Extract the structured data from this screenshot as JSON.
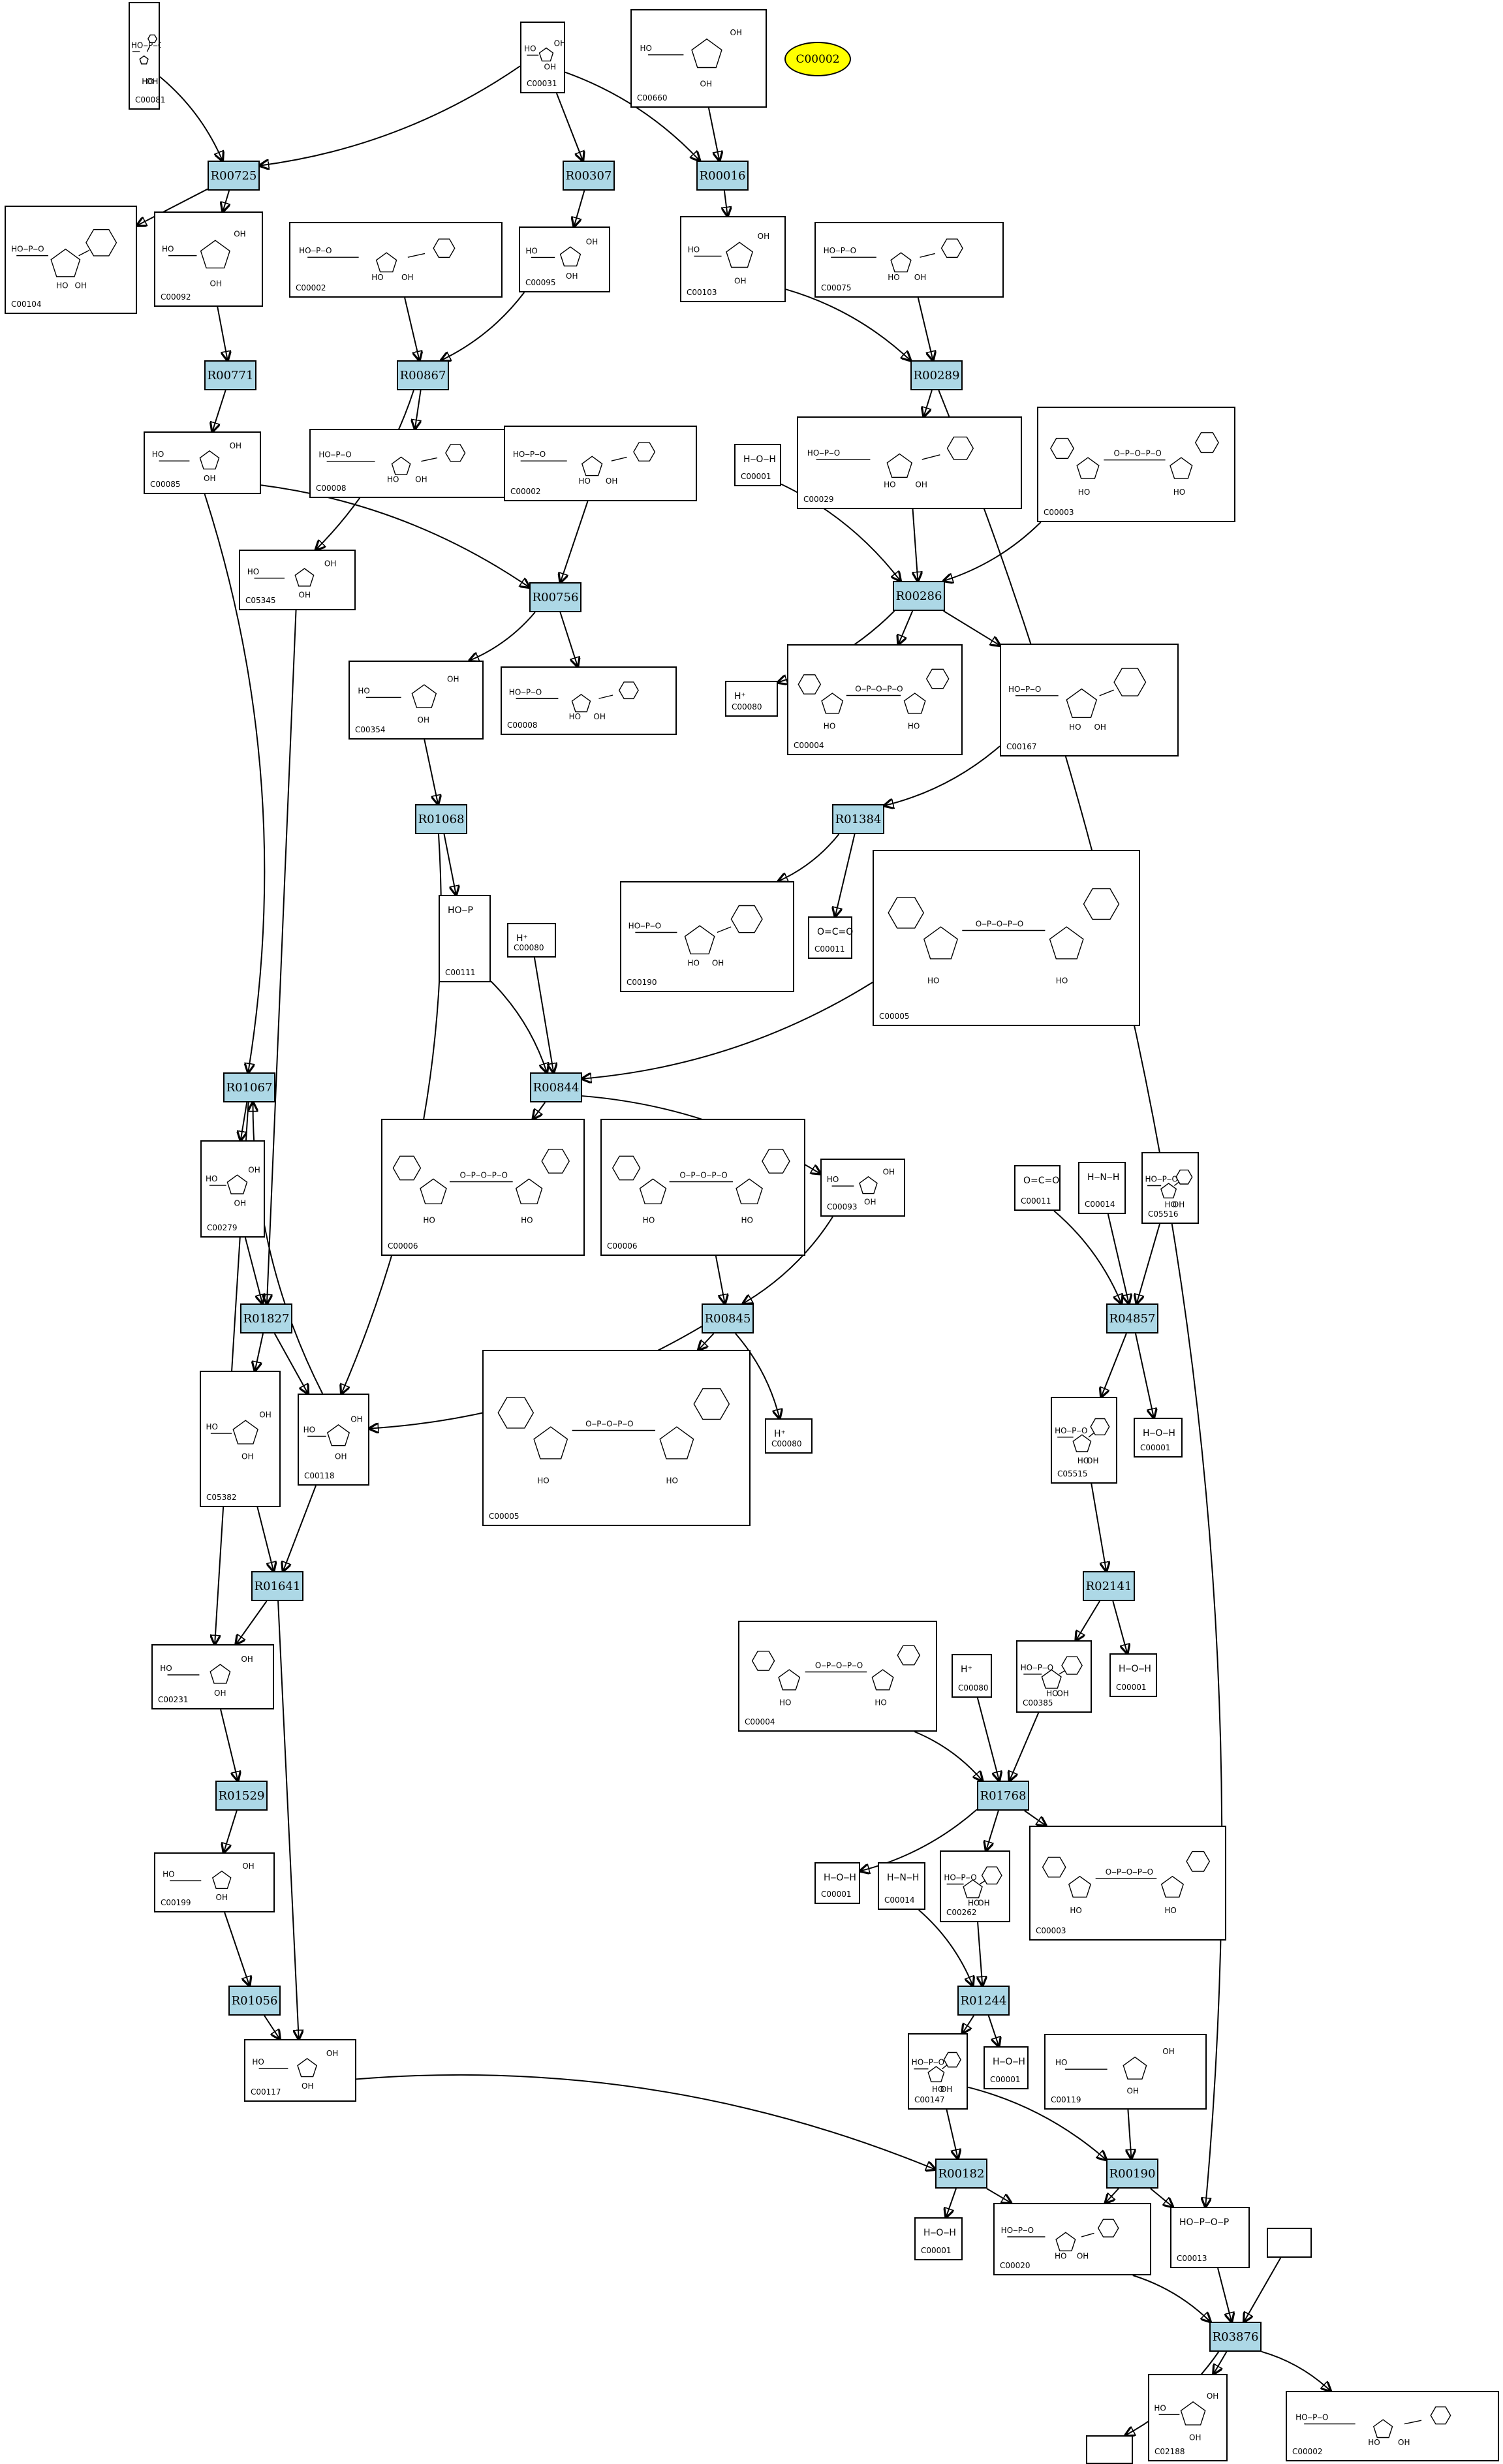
{
  "reactions": [
    {
      "id": "R00725",
      "label": "R00725"
    },
    {
      "id": "R00307",
      "label": "R00307"
    },
    {
      "id": "R00016",
      "label": "R00016"
    },
    {
      "id": "R00771",
      "label": "R00771"
    },
    {
      "id": "R00867",
      "label": "R00867"
    },
    {
      "id": "R00289",
      "label": "R00289"
    },
    {
      "id": "R00756",
      "label": "R00756"
    },
    {
      "id": "R00286",
      "label": "R00286"
    },
    {
      "id": "R01068",
      "label": "R01068"
    },
    {
      "id": "R01384",
      "label": "R01384"
    },
    {
      "id": "R01067",
      "label": "R01067"
    },
    {
      "id": "R00844",
      "label": "R00844"
    },
    {
      "id": "R01827",
      "label": "R01827"
    },
    {
      "id": "R00845",
      "label": "R00845"
    },
    {
      "id": "R04857",
      "label": "R04857"
    },
    {
      "id": "R01641",
      "label": "R01641"
    },
    {
      "id": "R02141",
      "label": "R02141"
    },
    {
      "id": "R01529",
      "label": "R01529"
    },
    {
      "id": "R01768",
      "label": "R01768"
    },
    {
      "id": "R01056",
      "label": "R01056"
    },
    {
      "id": "R01244",
      "label": "R01244"
    },
    {
      "id": "R00182",
      "label": "R00182"
    },
    {
      "id": "R00190",
      "label": "R00190"
    },
    {
      "id": "R03876",
      "label": "R03876"
    }
  ],
  "highlight": {
    "label": "C00002"
  },
  "compounds": [
    {
      "key": "c00081",
      "id": "C00081",
      "kind": "nucleotide"
    },
    {
      "key": "c00031",
      "id": "C00031",
      "kind": "sugar"
    },
    {
      "key": "c00660",
      "id": "C00660",
      "kind": "sugar"
    },
    {
      "key": "c00104",
      "id": "C00104",
      "kind": "nucleotide"
    },
    {
      "key": "c00092",
      "id": "C00092",
      "kind": "sugar"
    },
    {
      "key": "c00002a",
      "id": "C00002",
      "kind": "nucleotide"
    },
    {
      "key": "c00095",
      "id": "C00095",
      "kind": "sugar"
    },
    {
      "key": "c00103",
      "id": "C00103",
      "kind": "sugar"
    },
    {
      "key": "c00075",
      "id": "C00075",
      "kind": "nucleotide"
    },
    {
      "key": "c00085",
      "id": "C00085",
      "kind": "sugar"
    },
    {
      "key": "c00008a",
      "id": "C00008",
      "kind": "nucleotide"
    },
    {
      "key": "c00002b",
      "id": "C00002",
      "kind": "nucleotide"
    },
    {
      "key": "c00001a",
      "id": "C00001",
      "kind": "small",
      "formula": "H‒O‒H"
    },
    {
      "key": "c00029",
      "id": "C00029",
      "kind": "nucleotide"
    },
    {
      "key": "c00003a",
      "id": "C00003",
      "kind": "dinucleotide"
    },
    {
      "key": "c05345",
      "id": "C05345",
      "kind": "sugar"
    },
    {
      "key": "c00354",
      "id": "C00354",
      "kind": "sugar"
    },
    {
      "key": "c00008b",
      "id": "C00008",
      "kind": "nucleotide"
    },
    {
      "key": "c00080a",
      "id": "C00080",
      "kind": "small",
      "formula": "H⁺"
    },
    {
      "key": "c00004a",
      "id": "C00004",
      "kind": "dinucleotide"
    },
    {
      "key": "c00167",
      "id": "C00167",
      "kind": "nucleotide"
    },
    {
      "key": "c00111",
      "id": "C00111",
      "kind": "small",
      "formula": "HO‒P"
    },
    {
      "key": "c00080b",
      "id": "C00080",
      "kind": "small",
      "formula": "H⁺"
    },
    {
      "key": "c00190",
      "id": "C00190",
      "kind": "nucleotide"
    },
    {
      "key": "c00011a",
      "id": "C00011",
      "kind": "small",
      "formula": "O=C=O"
    },
    {
      "key": "c00005a",
      "id": "C00005",
      "kind": "dinucleotide"
    },
    {
      "key": "c00279",
      "id": "C00279",
      "kind": "sugar"
    },
    {
      "key": "c00006a",
      "id": "C00006",
      "kind": "dinucleotide"
    },
    {
      "key": "c00006b",
      "id": "C00006",
      "kind": "dinucleotide"
    },
    {
      "key": "c00093",
      "id": "C00093",
      "kind": "sugar"
    },
    {
      "key": "c00011b",
      "id": "C00011",
      "kind": "small",
      "formula": "O=C=O"
    },
    {
      "key": "c00014a",
      "id": "C00014",
      "kind": "small",
      "formula": "H‒N‒H"
    },
    {
      "key": "c05516",
      "id": "C05516",
      "kind": "nucleotide"
    },
    {
      "key": "c05382",
      "id": "C05382",
      "kind": "sugar"
    },
    {
      "key": "c00118",
      "id": "C00118",
      "kind": "sugar"
    },
    {
      "key": "c00005b",
      "id": "C00005",
      "kind": "dinucleotide"
    },
    {
      "key": "c00080c",
      "id": "C00080",
      "kind": "small",
      "formula": "H⁺"
    },
    {
      "key": "c05515",
      "id": "C05515",
      "kind": "nucleotide"
    },
    {
      "key": "c00001b",
      "id": "C00001",
      "kind": "small",
      "formula": "H‒O‒H"
    },
    {
      "key": "c00231",
      "id": "C00231",
      "kind": "sugar"
    },
    {
      "key": "c00004b",
      "id": "C00004",
      "kind": "dinucleotide"
    },
    {
      "key": "c00080d",
      "id": "C00080",
      "kind": "small",
      "formula": "H⁺"
    },
    {
      "key": "c00385",
      "id": "C00385",
      "kind": "nucleotide"
    },
    {
      "key": "c00001c",
      "id": "C00001",
      "kind": "small",
      "formula": "H‒O‒H"
    },
    {
      "key": "c00199",
      "id": "C00199",
      "kind": "sugar"
    },
    {
      "key": "c00001d",
      "id": "C00001",
      "kind": "small",
      "formula": "H‒O‒H"
    },
    {
      "key": "c00014b",
      "id": "C00014",
      "kind": "small",
      "formula": "H‒N‒H"
    },
    {
      "key": "c00262",
      "id": "C00262",
      "kind": "nucleotide"
    },
    {
      "key": "c00003b",
      "id": "C00003",
      "kind": "dinucleotide"
    },
    {
      "key": "c00147",
      "id": "C00147",
      "kind": "nucleotide"
    },
    {
      "key": "c00001e",
      "id": "C00001",
      "kind": "small",
      "formula": "H‒O‒H"
    },
    {
      "key": "c00117",
      "id": "C00117",
      "kind": "sugar"
    },
    {
      "key": "c00119",
      "id": "C00119",
      "kind": "sugar"
    },
    {
      "key": "c00001f",
      "id": "C00001",
      "kind": "small",
      "formula": "H‒O‒H"
    },
    {
      "key": "c00020",
      "id": "C00020",
      "kind": "nucleotide"
    },
    {
      "key": "c00013",
      "id": "C00013",
      "kind": "small",
      "formula": "HO‒P‒O‒P"
    },
    {
      "key": "blank1",
      "id": "",
      "kind": "blank"
    },
    {
      "key": "blank2",
      "id": "",
      "kind": "blank"
    },
    {
      "key": "c02188",
      "id": "C02188",
      "kind": "sugar"
    },
    {
      "key": "c00002c",
      "id": "C00002",
      "kind": "nucleotide"
    }
  ]
}
